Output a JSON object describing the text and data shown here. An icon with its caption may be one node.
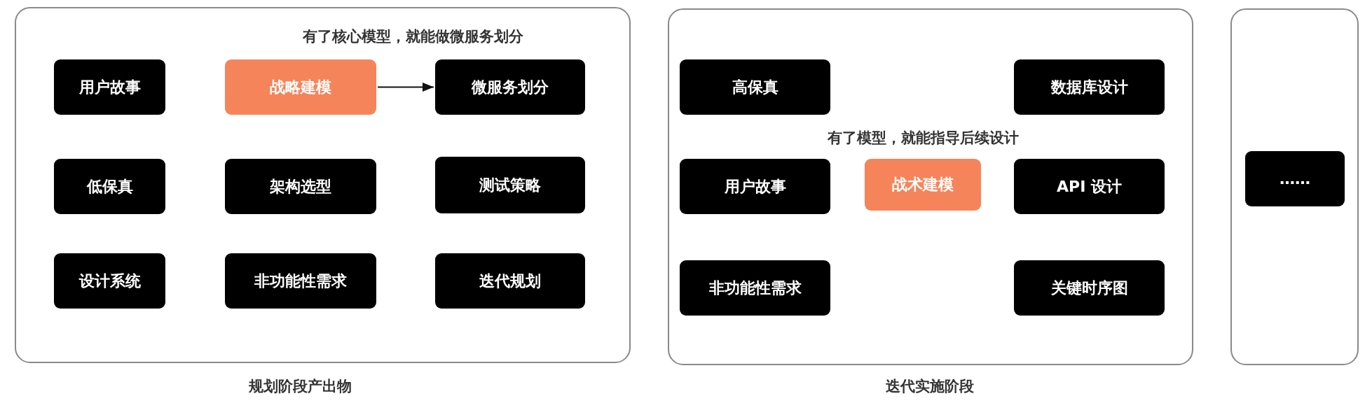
{
  "diagram": {
    "nodes": [
      {
        "text": [
          "有了核心模型，就能做微服务划分",
          "规划阶段产出物"
        ]
      },
      {
        "text": [
          "用户故事"
        ],
        "in": 0
      },
      {
        "text": [
          "战略建模"
        ],
        "in": 0
      },
      {
        "text": [
          "微服务划分"
        ],
        "in": 0
      },
      {
        "text": [
          "低保真"
        ],
        "in": 0
      },
      {
        "text": [
          "架构选型"
        ],
        "in": 0
      },
      {
        "text": [
          "测试策略"
        ],
        "in": 0
      },
      {
        "text": [
          "设计系统"
        ],
        "in": 0
      },
      {
        "text": [
          "非功能性需求"
        ],
        "in": 0
      },
      {
        "text": [
          "迭代规划"
        ],
        "in": 0
      },
      {
        "text": [
          "有了模型，就能指导后续设计",
          "迭代实施阶段"
        ]
      },
      {
        "text": [
          "高保真"
        ],
        "in": 10
      },
      {
        "text": [
          "数据库设计"
        ],
        "in": 10
      },
      {
        "text": [
          "用户故事"
        ],
        "in": 10
      },
      {
        "text": [
          "战术建模"
        ],
        "in": 10
      },
      {
        "text": [
          "API 设计"
        ],
        "in": 10
      },
      {
        "text": [
          "非功能性需求"
        ],
        "in": 10
      },
      {
        "text": [
          "关键时序图"
        ],
        "in": 10
      },
      {
        "text": [],
        "shape": "box"
      },
      {
        "text": [
          "……"
        ],
        "in": 18
      }
    ],
    "edges": [
      {
        "from": 2,
        "to": 3,
        "arrow": "to"
      }
    ]
  }
}
